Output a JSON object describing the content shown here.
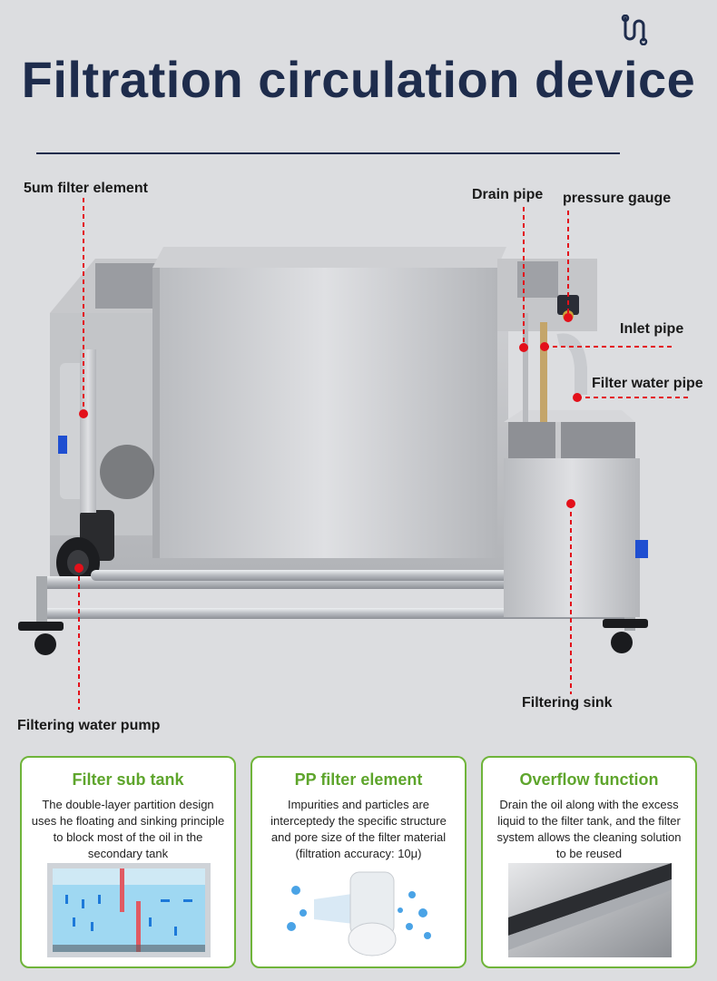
{
  "header": {
    "title": "Filtration circulation device"
  },
  "callouts": {
    "filter_element": "5um filter element",
    "drain_pipe": "Drain pipe",
    "pressure_gauge": "pressure gauge",
    "inlet_pipe": "Inlet pipe",
    "filter_water_pipe": "Filter water pipe",
    "filtering_sink": "Filtering sink",
    "water_pump": "Filtering water pump"
  },
  "cards": [
    {
      "title": "Filter sub tank",
      "body": "The double-layer partition design uses he floating and sinking principle to block most of the oil in the secondary tank"
    },
    {
      "title": "PP filter element",
      "body": "Impurities and particles are interceptedy the specific structure and pore size of the filter material (filtration accuracy: 10μ)"
    },
    {
      "title": "Overflow function",
      "body": "Drain the oil along with the excess liquid to the filter tank, and the filter system allows the cleaning solution to be reused"
    }
  ],
  "colors": {
    "title": "#1e2c4c",
    "accent_green": "#5ea52c",
    "marker_red": "#e3101a"
  }
}
